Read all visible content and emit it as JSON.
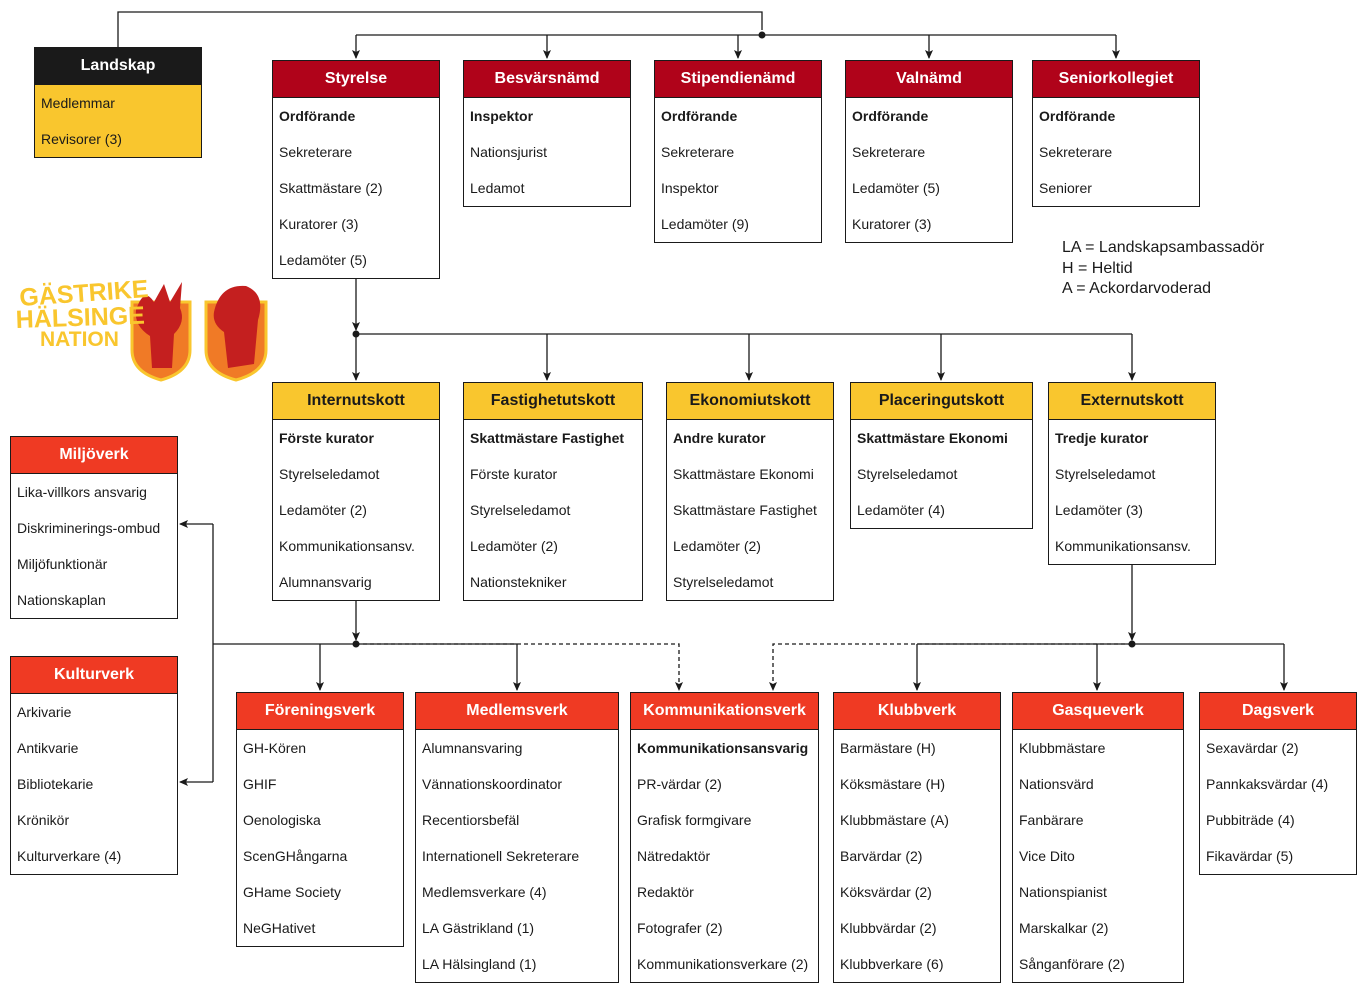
{
  "landskap": {
    "title": "Landskap",
    "items": [
      {
        "text": "Medlemmar",
        "bold": false
      },
      {
        "text": "Revisorer (3)",
        "bold": false
      }
    ]
  },
  "top": [
    {
      "key": "styrelse",
      "title": "Styrelse",
      "items": [
        {
          "text": "Ordförande",
          "bold": true
        },
        {
          "text": "Sekreterare",
          "bold": false
        },
        {
          "text": "Skattmästare (2)",
          "bold": false
        },
        {
          "text": "Kuratorer (3)",
          "bold": false
        },
        {
          "text": "Ledamöter (5)",
          "bold": false
        }
      ]
    },
    {
      "key": "besvarsnamnd",
      "title": "Besvärsnämd",
      "items": [
        {
          "text": "Inspektor",
          "bold": true
        },
        {
          "text": "Nationsjurist",
          "bold": false
        },
        {
          "text": "Ledamot",
          "bold": false
        }
      ]
    },
    {
      "key": "stipendienamd",
      "title": "Stipendienämd",
      "items": [
        {
          "text": "Ordförande",
          "bold": true
        },
        {
          "text": "Sekreterare",
          "bold": false
        },
        {
          "text": "Inspektor",
          "bold": false
        },
        {
          "text": "Ledamöter (9)",
          "bold": false
        }
      ]
    },
    {
      "key": "valnamd",
      "title": "Valnämd",
      "items": [
        {
          "text": "Ordförande",
          "bold": true
        },
        {
          "text": "Sekreterare",
          "bold": false
        },
        {
          "text": "Ledamöter (5)",
          "bold": false
        },
        {
          "text": "Kuratorer (3)",
          "bold": false
        }
      ]
    },
    {
      "key": "seniorkollegiet",
      "title": "Seniorkollegiet",
      "items": [
        {
          "text": "Ordförande",
          "bold": true
        },
        {
          "text": "Sekreterare",
          "bold": false
        },
        {
          "text": "Seniorer",
          "bold": false
        }
      ]
    }
  ],
  "legend": [
    "LA = Landskapsambassadör",
    "H = Heltid",
    "A = Ackordarvoderad"
  ],
  "logo": {
    "lines": [
      "GÄSTRIKE",
      "HÄLSINGE",
      "NATION"
    ]
  },
  "utskott": [
    {
      "key": "internutskott",
      "title": "Internutskott",
      "items": [
        {
          "text": "Förste kurator",
          "bold": true
        },
        {
          "text": "Styrelseledamot",
          "bold": false
        },
        {
          "text": "Ledamöter (2)",
          "bold": false
        },
        {
          "text": "Kommunikationsansv.",
          "bold": false
        },
        {
          "text": "Alumnansvarig",
          "bold": false
        }
      ]
    },
    {
      "key": "fastighetutskott",
      "title": "Fastighetutskott",
      "items": [
        {
          "text": "Skattmästare Fastighet",
          "bold": true
        },
        {
          "text": "Förste kurator",
          "bold": false
        },
        {
          "text": "Styrelseledamot",
          "bold": false
        },
        {
          "text": "Ledamöter (2)",
          "bold": false
        },
        {
          "text": "Nationstekniker",
          "bold": false
        }
      ]
    },
    {
      "key": "ekonomiutskott",
      "title": "Ekonomiutskott",
      "items": [
        {
          "text": "Andre kurator",
          "bold": true
        },
        {
          "text": "Skattmästare Ekonomi",
          "bold": false
        },
        {
          "text": "Skattmästare Fastighet",
          "bold": false
        },
        {
          "text": "Ledamöter (2)",
          "bold": false
        },
        {
          "text": "Styrelseledamot",
          "bold": false
        }
      ]
    },
    {
      "key": "placeringutskott",
      "title": "Placeringutskott",
      "items": [
        {
          "text": "Skattmästare Ekonomi",
          "bold": true
        },
        {
          "text": "Styrelseledamot",
          "bold": false
        },
        {
          "text": "Ledamöter (4)",
          "bold": false
        }
      ]
    },
    {
      "key": "externutskott",
      "title": "Externutskott",
      "items": [
        {
          "text": "Tredje kurator",
          "bold": true
        },
        {
          "text": "Styrelseledamot",
          "bold": false
        },
        {
          "text": "Ledamöter (3)",
          "bold": false
        },
        {
          "text": "Kommunikationsansv.",
          "bold": false
        }
      ]
    }
  ],
  "side": [
    {
      "key": "miljoverk",
      "title": "Miljöverk",
      "items": [
        {
          "text": "Lika-villkors ansvarig",
          "bold": false
        },
        {
          "text": "Diskriminerings-ombud",
          "bold": false
        },
        {
          "text": "Miljöfunktionär",
          "bold": false
        },
        {
          "text": "Nationskaplan",
          "bold": false
        }
      ]
    },
    {
      "key": "kulturverk",
      "title": "Kulturverk",
      "items": [
        {
          "text": "Arkivarie",
          "bold": false
        },
        {
          "text": "Antikvarie",
          "bold": false
        },
        {
          "text": "Bibliotekarie",
          "bold": false
        },
        {
          "text": "Krönikör",
          "bold": false
        },
        {
          "text": "Kulturverkare (4)",
          "bold": false
        }
      ]
    }
  ],
  "verk": [
    {
      "key": "foreningsverk",
      "title": "Föreningsverk",
      "items": [
        {
          "text": "GH-Kören",
          "bold": false
        },
        {
          "text": "GHIF",
          "bold": false
        },
        {
          "text": "Oenologiska",
          "bold": false
        },
        {
          "text": "ScenGHångarna",
          "bold": false
        },
        {
          "text": "GHame Society",
          "bold": false
        },
        {
          "text": "NeGHativet",
          "bold": false
        }
      ]
    },
    {
      "key": "medlemsverk",
      "title": "Medlemsverk",
      "items": [
        {
          "text": "Alumnansvaring",
          "bold": false
        },
        {
          "text": "Vännationskoordinator",
          "bold": false
        },
        {
          "text": "Recentiorsbefäl",
          "bold": false
        },
        {
          "text": "Internationell Sekreterare",
          "bold": false
        },
        {
          "text": "Medlemsverkare (4)",
          "bold": false
        },
        {
          "text": "LA Gästrikland (1)",
          "bold": false
        },
        {
          "text": "LA Hälsingland (1)",
          "bold": false
        }
      ]
    },
    {
      "key": "kommunikationsverk",
      "title": "Kommunikationsverk",
      "items": [
        {
          "text": "Kommunikationsansvarig",
          "bold": true
        },
        {
          "text": "PR-värdar (2)",
          "bold": false
        },
        {
          "text": "Grafisk formgivare",
          "bold": false
        },
        {
          "text": "Nätredaktör",
          "bold": false
        },
        {
          "text": "Redaktör",
          "bold": false
        },
        {
          "text": "Fotografer (2)",
          "bold": false
        },
        {
          "text": "Kommunikationsverkare (2)",
          "bold": false
        }
      ]
    },
    {
      "key": "klubbverk",
      "title": "Klubbverk",
      "items": [
        {
          "text": "Barmästare (H)",
          "bold": false
        },
        {
          "text": "Köksmästare (H)",
          "bold": false
        },
        {
          "text": "Klubbmästare (A)",
          "bold": false
        },
        {
          "text": "Barvärdar (2)",
          "bold": false
        },
        {
          "text": "Köksvärdar (2)",
          "bold": false
        },
        {
          "text": "Klubbvärdar (2)",
          "bold": false
        },
        {
          "text": "Klubbverkare (6)",
          "bold": false
        }
      ]
    },
    {
      "key": "gasqueverk",
      "title": "Gasqueverk",
      "items": [
        {
          "text": "Klubbmästare",
          "bold": false
        },
        {
          "text": "Nationsvärd",
          "bold": false
        },
        {
          "text": "Fanbärare",
          "bold": false
        },
        {
          "text": "Vice Dito",
          "bold": false
        },
        {
          "text": "Nationspianist",
          "bold": false
        },
        {
          "text": "Marskalkar (2)",
          "bold": false
        },
        {
          "text": "Sånganförare (2)",
          "bold": false
        }
      ]
    },
    {
      "key": "dagsverk",
      "title": "Dagsverk",
      "items": [
        {
          "text": "Sexavärdar (2)",
          "bold": false
        },
        {
          "text": "Pannkaksvärdar (4)",
          "bold": false
        },
        {
          "text": "Pubbiträde (4)",
          "bold": false
        },
        {
          "text": "Fikavärdar (5)",
          "bold": false
        }
      ]
    }
  ]
}
